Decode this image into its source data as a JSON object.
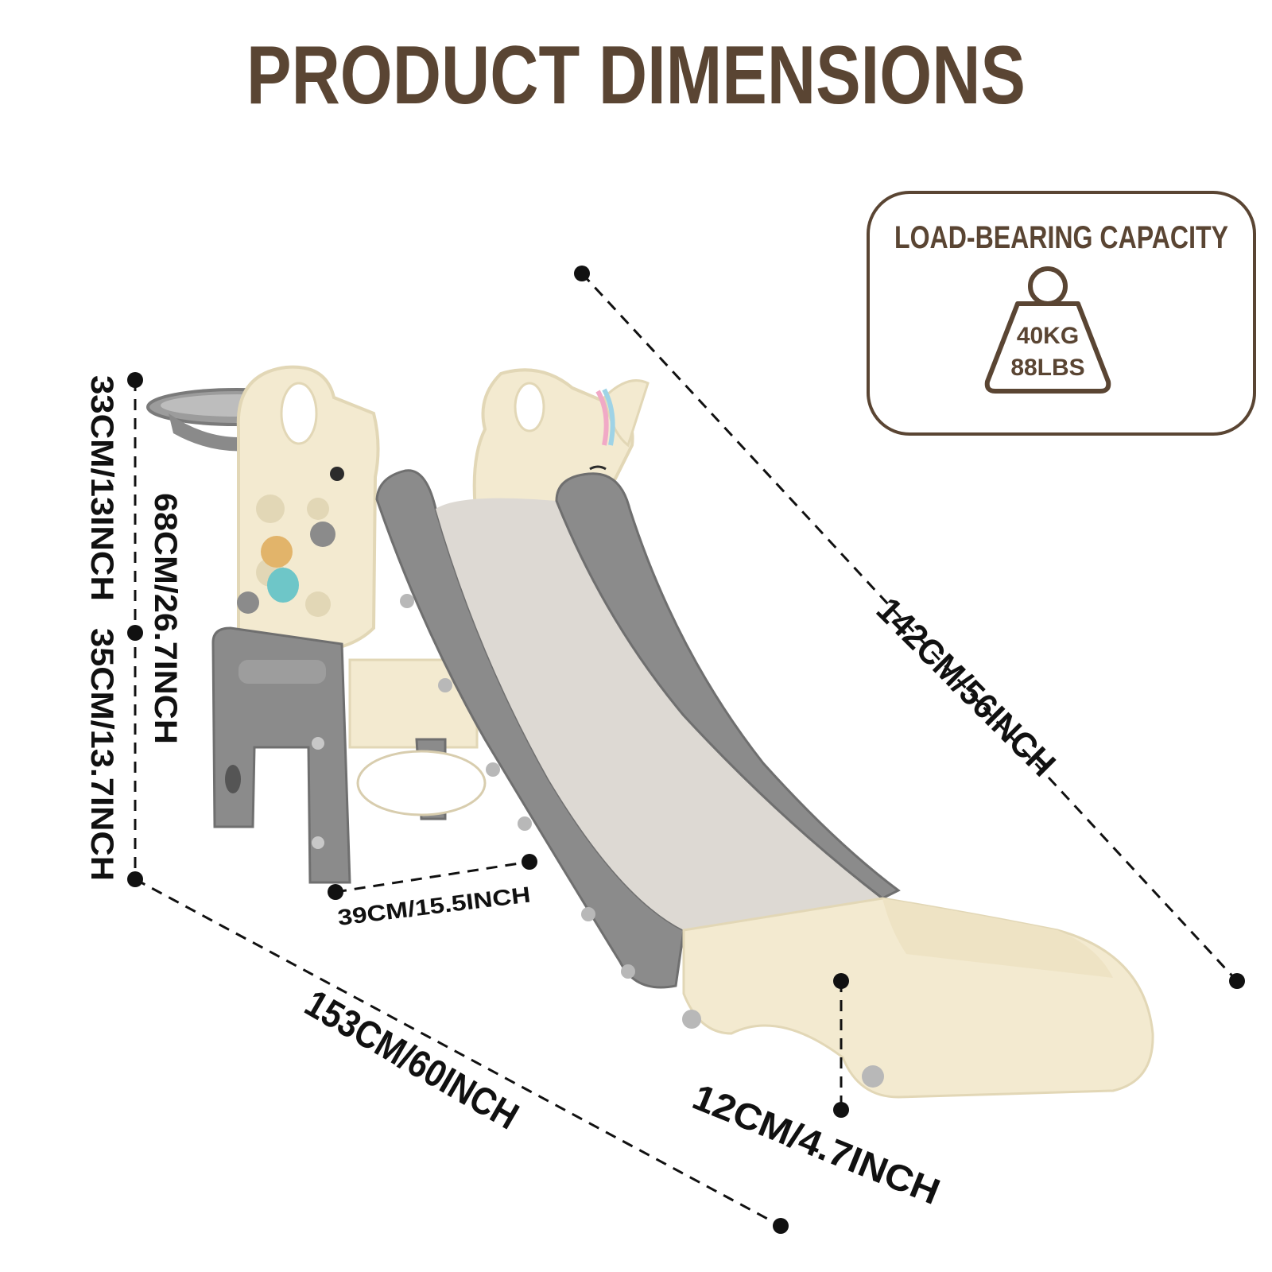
{
  "header": {
    "title": "PRODUCT DIMENSIONS"
  },
  "capacity": {
    "heading": "LOAD-BEARING CAPACITY",
    "kg": "40KG",
    "lbs": "88LBS",
    "icon": "weight-icon"
  },
  "dimensions": {
    "slide_length": "142CM/56INCH",
    "total_length": "153CM/60INCH",
    "hoop_height": "33CM/13INCH",
    "platform_height": "35CM/13.7INCH",
    "overall_height": "68CM/26.7INCH",
    "base_width": "39CM/15.5INCH",
    "exit_height": "12CM/4.7INCH"
  },
  "colors": {
    "title": "#5a4533",
    "cream": "#f3ead0",
    "cream_dark": "#e2d7b6",
    "gray": "#8b8b8b",
    "gray_dark": "#6f6f6f",
    "slide_surface": "#ddd9d3",
    "line": "#111111"
  }
}
